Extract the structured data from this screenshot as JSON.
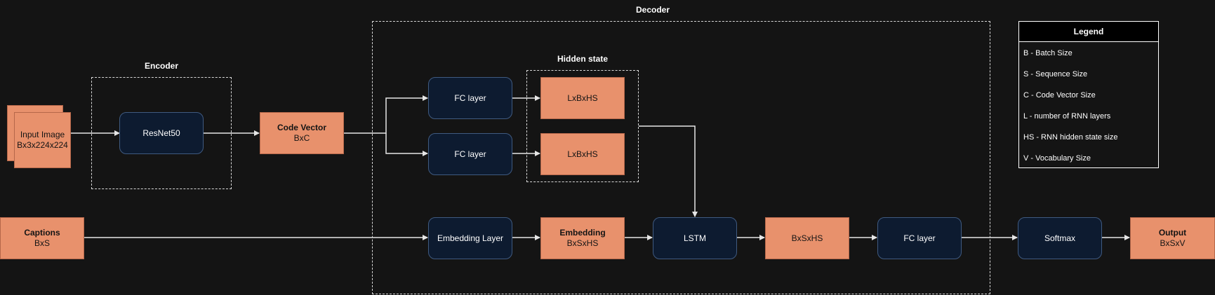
{
  "groups": {
    "encoder": "Encoder",
    "decoder": "Decoder",
    "hidden_state": "Hidden state"
  },
  "nodes": {
    "input_image": {
      "title": "Input Image",
      "shape": "Bx3x224x224"
    },
    "resnet": "ResNet50",
    "code_vector": {
      "title": "Code Vector",
      "shape": "BxC"
    },
    "fc_layer_1": "FC layer",
    "fc_layer_2": "FC layer",
    "hidden_1": "LxBxHS",
    "hidden_2": "LxBxHS",
    "captions": {
      "title": "Captions",
      "shape": "BxS"
    },
    "embedding_layer": "Embedding Layer",
    "embedding": {
      "title": "Embedding",
      "shape": "BxSxHS"
    },
    "lstm": "LSTM",
    "lstm_out": "BxSxHS",
    "fc_layer_3": "FC layer",
    "softmax": "Softmax",
    "output": {
      "title": "Output",
      "shape": "BxSxV"
    }
  },
  "legend": {
    "title": "Legend",
    "items": [
      "B - Batch Size",
      "S - Sequence Size",
      "C - Code Vector Size",
      "L - number of RNN layers",
      "HS - RNN hidden state size",
      "V - Vocabulary Size"
    ]
  },
  "colors": {
    "background": "#141414",
    "dark_node": "#0d1b30",
    "dark_border": "#3f5a80",
    "orange_node": "#e8916c",
    "line": "#e6e6e6"
  }
}
